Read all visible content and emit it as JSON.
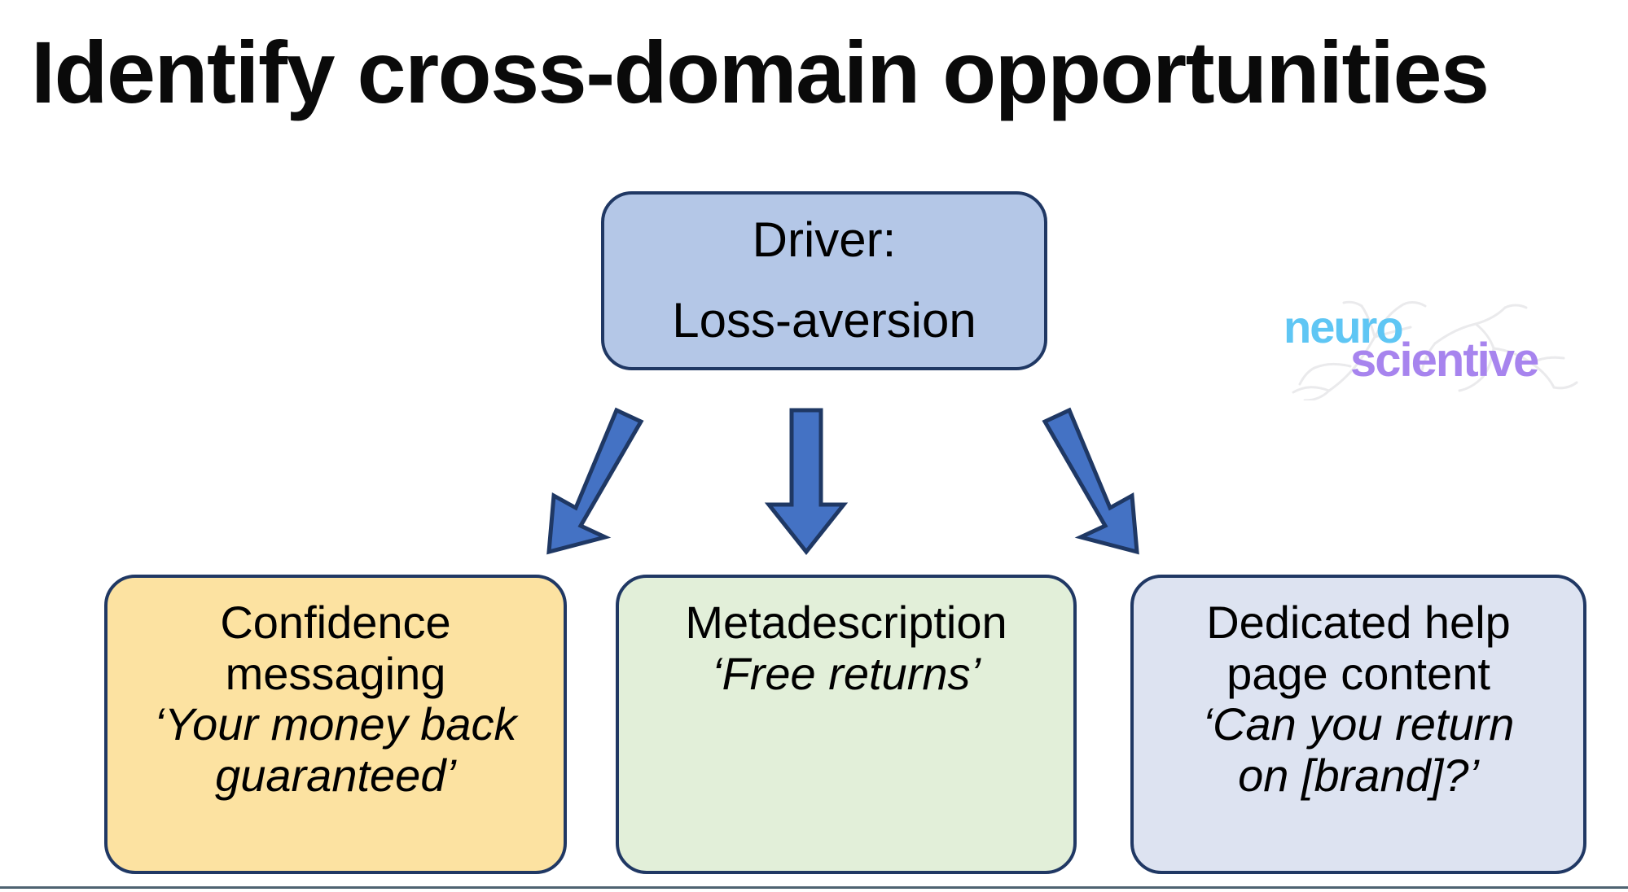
{
  "slide": {
    "title": "Identify cross-domain opportunities",
    "background_color": "#ffffff"
  },
  "driver": {
    "label_line_1": "Driver:",
    "label_line_2": "Loss-aversion",
    "fill_color": "#b4c7e7",
    "border_color": "#203864"
  },
  "arrows": {
    "count": 3,
    "fill_color": "#4472c4",
    "border_color": "#1f3864",
    "items": [
      {
        "name": "arrow-to-confidence-messaging",
        "direction": "down-left"
      },
      {
        "name": "arrow-to-metadescription",
        "direction": "down"
      },
      {
        "name": "arrow-to-help-page",
        "direction": "down-right"
      }
    ]
  },
  "outputs": [
    {
      "name": "confidence-messaging",
      "heading_line_1": "Confidence",
      "heading_line_2": "messaging",
      "quote_line_1": "‘Your money back",
      "quote_line_2": "guaranteed’",
      "fill_color": "#fce2a1",
      "border_color": "#203864"
    },
    {
      "name": "metadescription",
      "heading_line_1": "Metadescription",
      "heading_line_2": "",
      "quote_line_1": "‘Free returns’",
      "quote_line_2": "",
      "fill_color": "#e2efd9",
      "border_color": "#203864"
    },
    {
      "name": "dedicated-help-page-content",
      "heading_line_1": "Dedicated help",
      "heading_line_2": "page content",
      "quote_line_1": "‘Can you return",
      "quote_line_2": "on [brand]?’",
      "fill_color": "#dde3f1",
      "border_color": "#203864"
    }
  ],
  "logo": {
    "word_1": "neuro",
    "word_2": "scientive",
    "word_1_color": "#5fc6f4",
    "word_2_color": "#a784ee",
    "graphic": "neuron-dendrite-icon"
  }
}
